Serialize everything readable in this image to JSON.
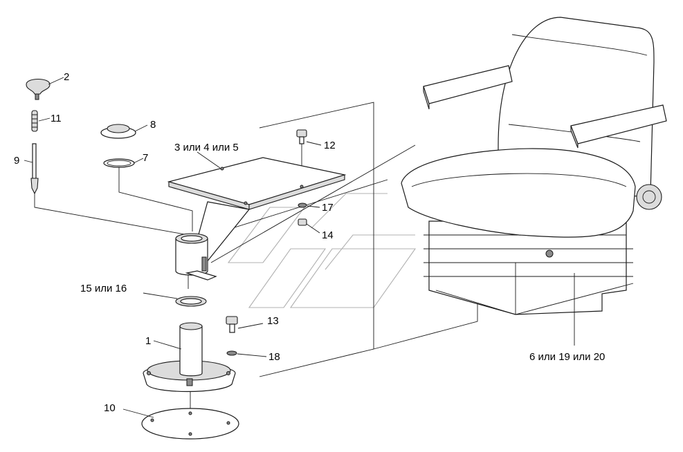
{
  "diagram": {
    "callouts": [
      {
        "id": "c2",
        "text": "2"
      },
      {
        "id": "c11",
        "text": "11"
      },
      {
        "id": "c9",
        "text": "9"
      },
      {
        "id": "c8",
        "text": "8"
      },
      {
        "id": "c7",
        "text": "7"
      },
      {
        "id": "c345",
        "text": "3 или 4 или 5"
      },
      {
        "id": "c12",
        "text": "12"
      },
      {
        "id": "c17",
        "text": "17"
      },
      {
        "id": "c14",
        "text": "14"
      },
      {
        "id": "c1516",
        "text": "15 или 16"
      },
      {
        "id": "c13",
        "text": "13"
      },
      {
        "id": "c1",
        "text": "1"
      },
      {
        "id": "c18",
        "text": "18"
      },
      {
        "id": "c10",
        "text": "10"
      },
      {
        "id": "c61920",
        "text": "6 или 19 или 20"
      }
    ]
  }
}
